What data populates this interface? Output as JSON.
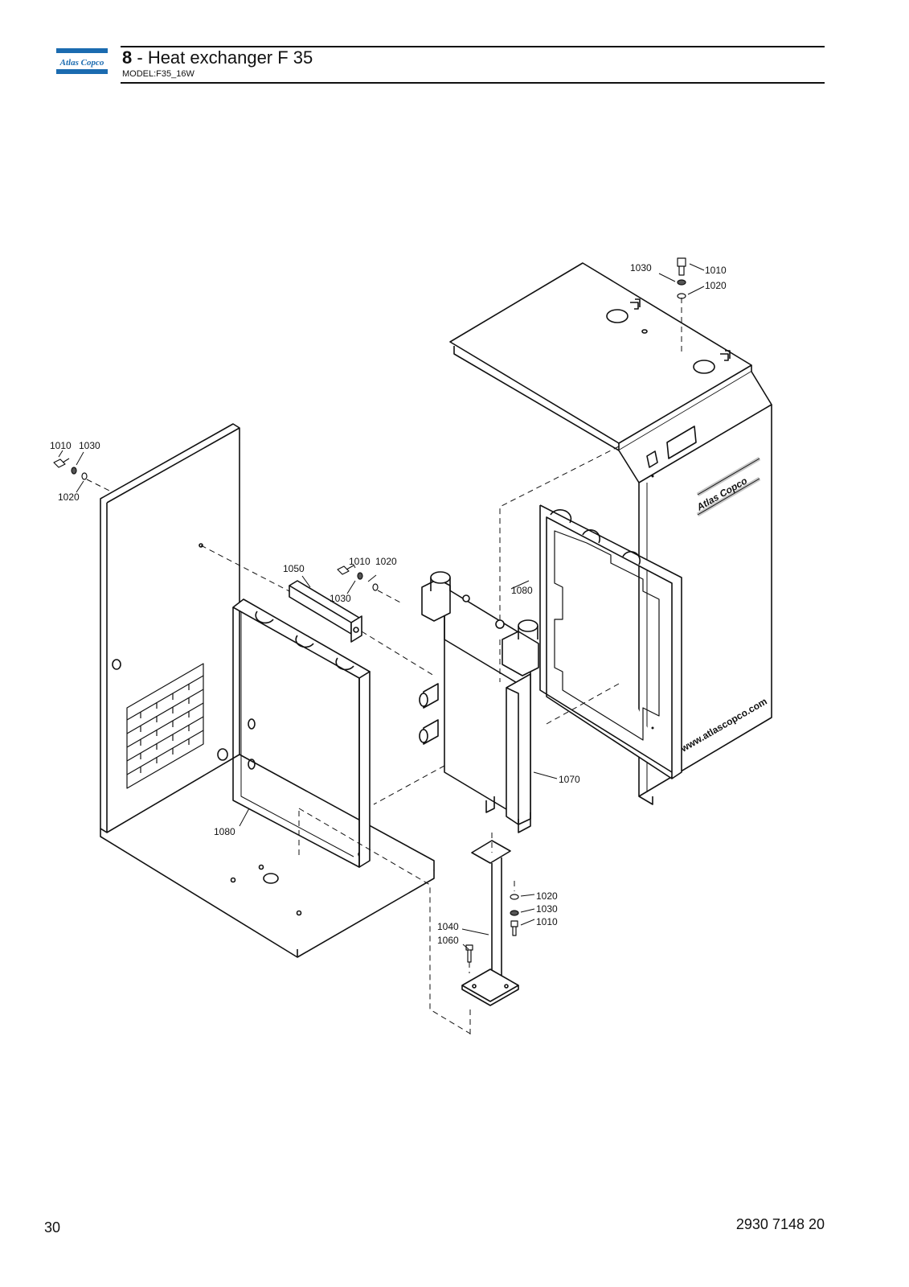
{
  "header": {
    "brand": "Atlas Copco",
    "section_number": "8",
    "section_separator": " - ",
    "section_title": "Heat exchanger F 35",
    "model": "MODEL:F35_16W"
  },
  "diagram": {
    "callouts": {
      "top_1030": "1030",
      "top_1010": "1010",
      "top_1020": "1020",
      "left_1010": "1010",
      "left_1030": "1030",
      "left_1020": "1020",
      "mid_1050": "1050",
      "mid_1010": "1010",
      "mid_1020": "1020",
      "mid_1030": "1030",
      "right_1080": "1080",
      "left_1080": "1080",
      "hx_1070": "1070",
      "stand_1020": "1020",
      "stand_1030": "1030",
      "stand_1010": "1010",
      "stand_1040": "1040",
      "stand_1060": "1060"
    },
    "cabinet_branding": "Atlas Copco",
    "cabinet_website": "www.atlascopco.com"
  },
  "footer": {
    "page_number": "30",
    "document_number": "2930 7148 20"
  },
  "colors": {
    "brand_blue": "#1b6bb0",
    "line": "#111111",
    "shade": "#d9d9d9"
  }
}
